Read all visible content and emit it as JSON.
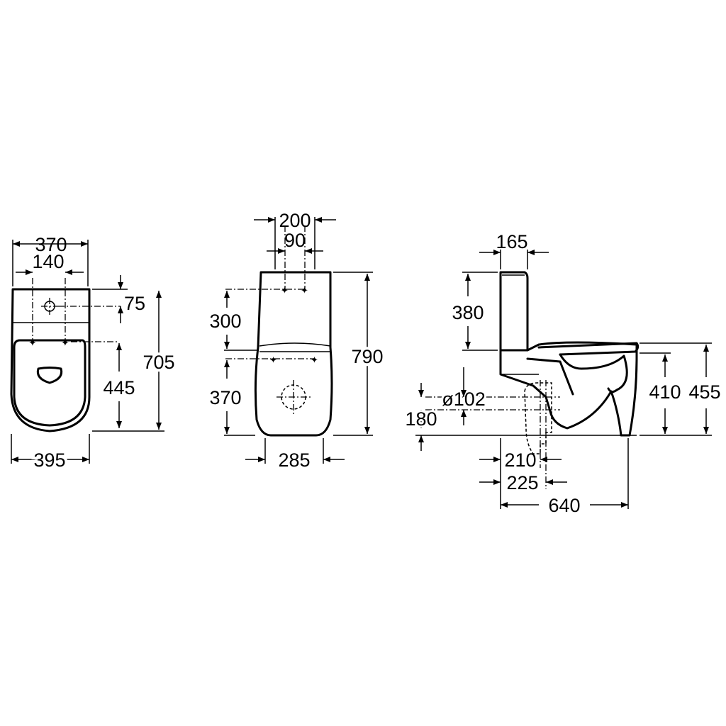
{
  "dimensions": {
    "plan": {
      "width_top": "370",
      "hole_spacing": "140",
      "offset_top": "75",
      "length": "705",
      "seat_depth": "445",
      "width_bottom": "395"
    },
    "front": {
      "tank_width": "200",
      "tank_holes": "90",
      "tank_height": "300",
      "bowl_height": "370",
      "total_height": "790",
      "base_width": "285"
    },
    "side": {
      "tank_depth": "165",
      "tank_height": "380",
      "outlet_diameter": "ø102",
      "outlet_height": "180",
      "rim_height": "410",
      "seat_height": "455",
      "outlet_offset_a": "210",
      "outlet_offset_b": "225",
      "total_length": "640"
    }
  },
  "colors": {
    "ink": "#000000",
    "paper": "#ffffff"
  }
}
